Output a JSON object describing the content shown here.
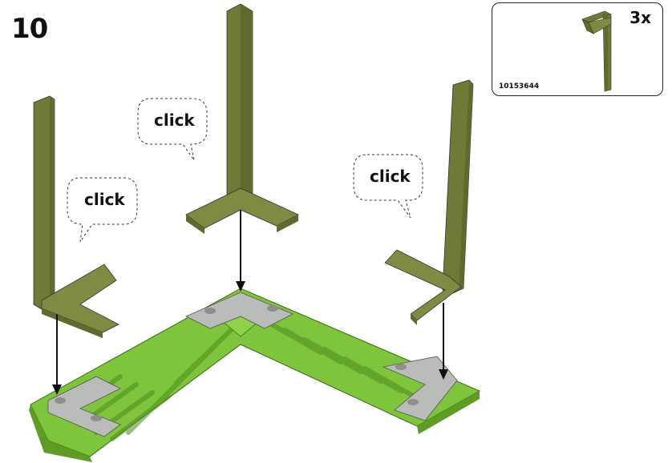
{
  "step": {
    "number": "10"
  },
  "parts": {
    "quantity": "3x",
    "part_number": "10153644"
  },
  "callouts": [
    {
      "text": "click"
    },
    {
      "text": "click"
    },
    {
      "text": "click"
    }
  ],
  "colors": {
    "leg_dark": "#5f6a2e",
    "leg_mid": "#6e7a36",
    "leg_light": "#7f8b42",
    "base_green": "#7ec43c",
    "base_dark": "#5f9c26",
    "clip_gray": "#b9bcb8",
    "arrow": "#111111"
  }
}
